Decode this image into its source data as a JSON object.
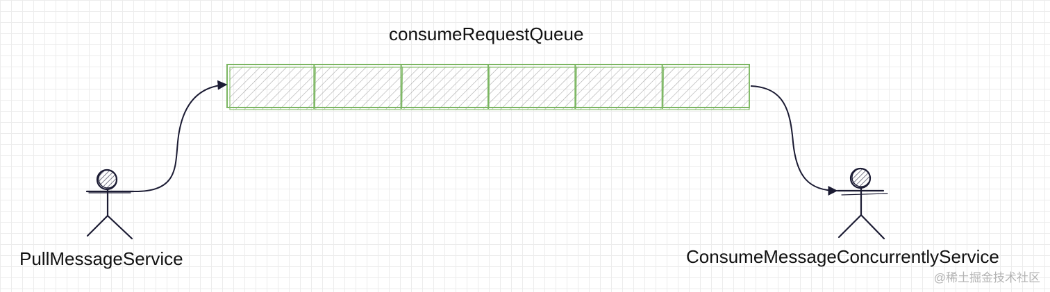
{
  "diagram": {
    "queue": {
      "title": "consumeRequestQueue",
      "slot_count": 6,
      "color": "#7bb661"
    },
    "producer": {
      "label": "PullMessageService"
    },
    "consumer": {
      "label": "ConsumeMessageConcurrentlyService"
    },
    "colors": {
      "stroke": "#1b1b33",
      "hatch": "#8a8a8a"
    }
  },
  "watermark": "@稀土掘金技术社区"
}
